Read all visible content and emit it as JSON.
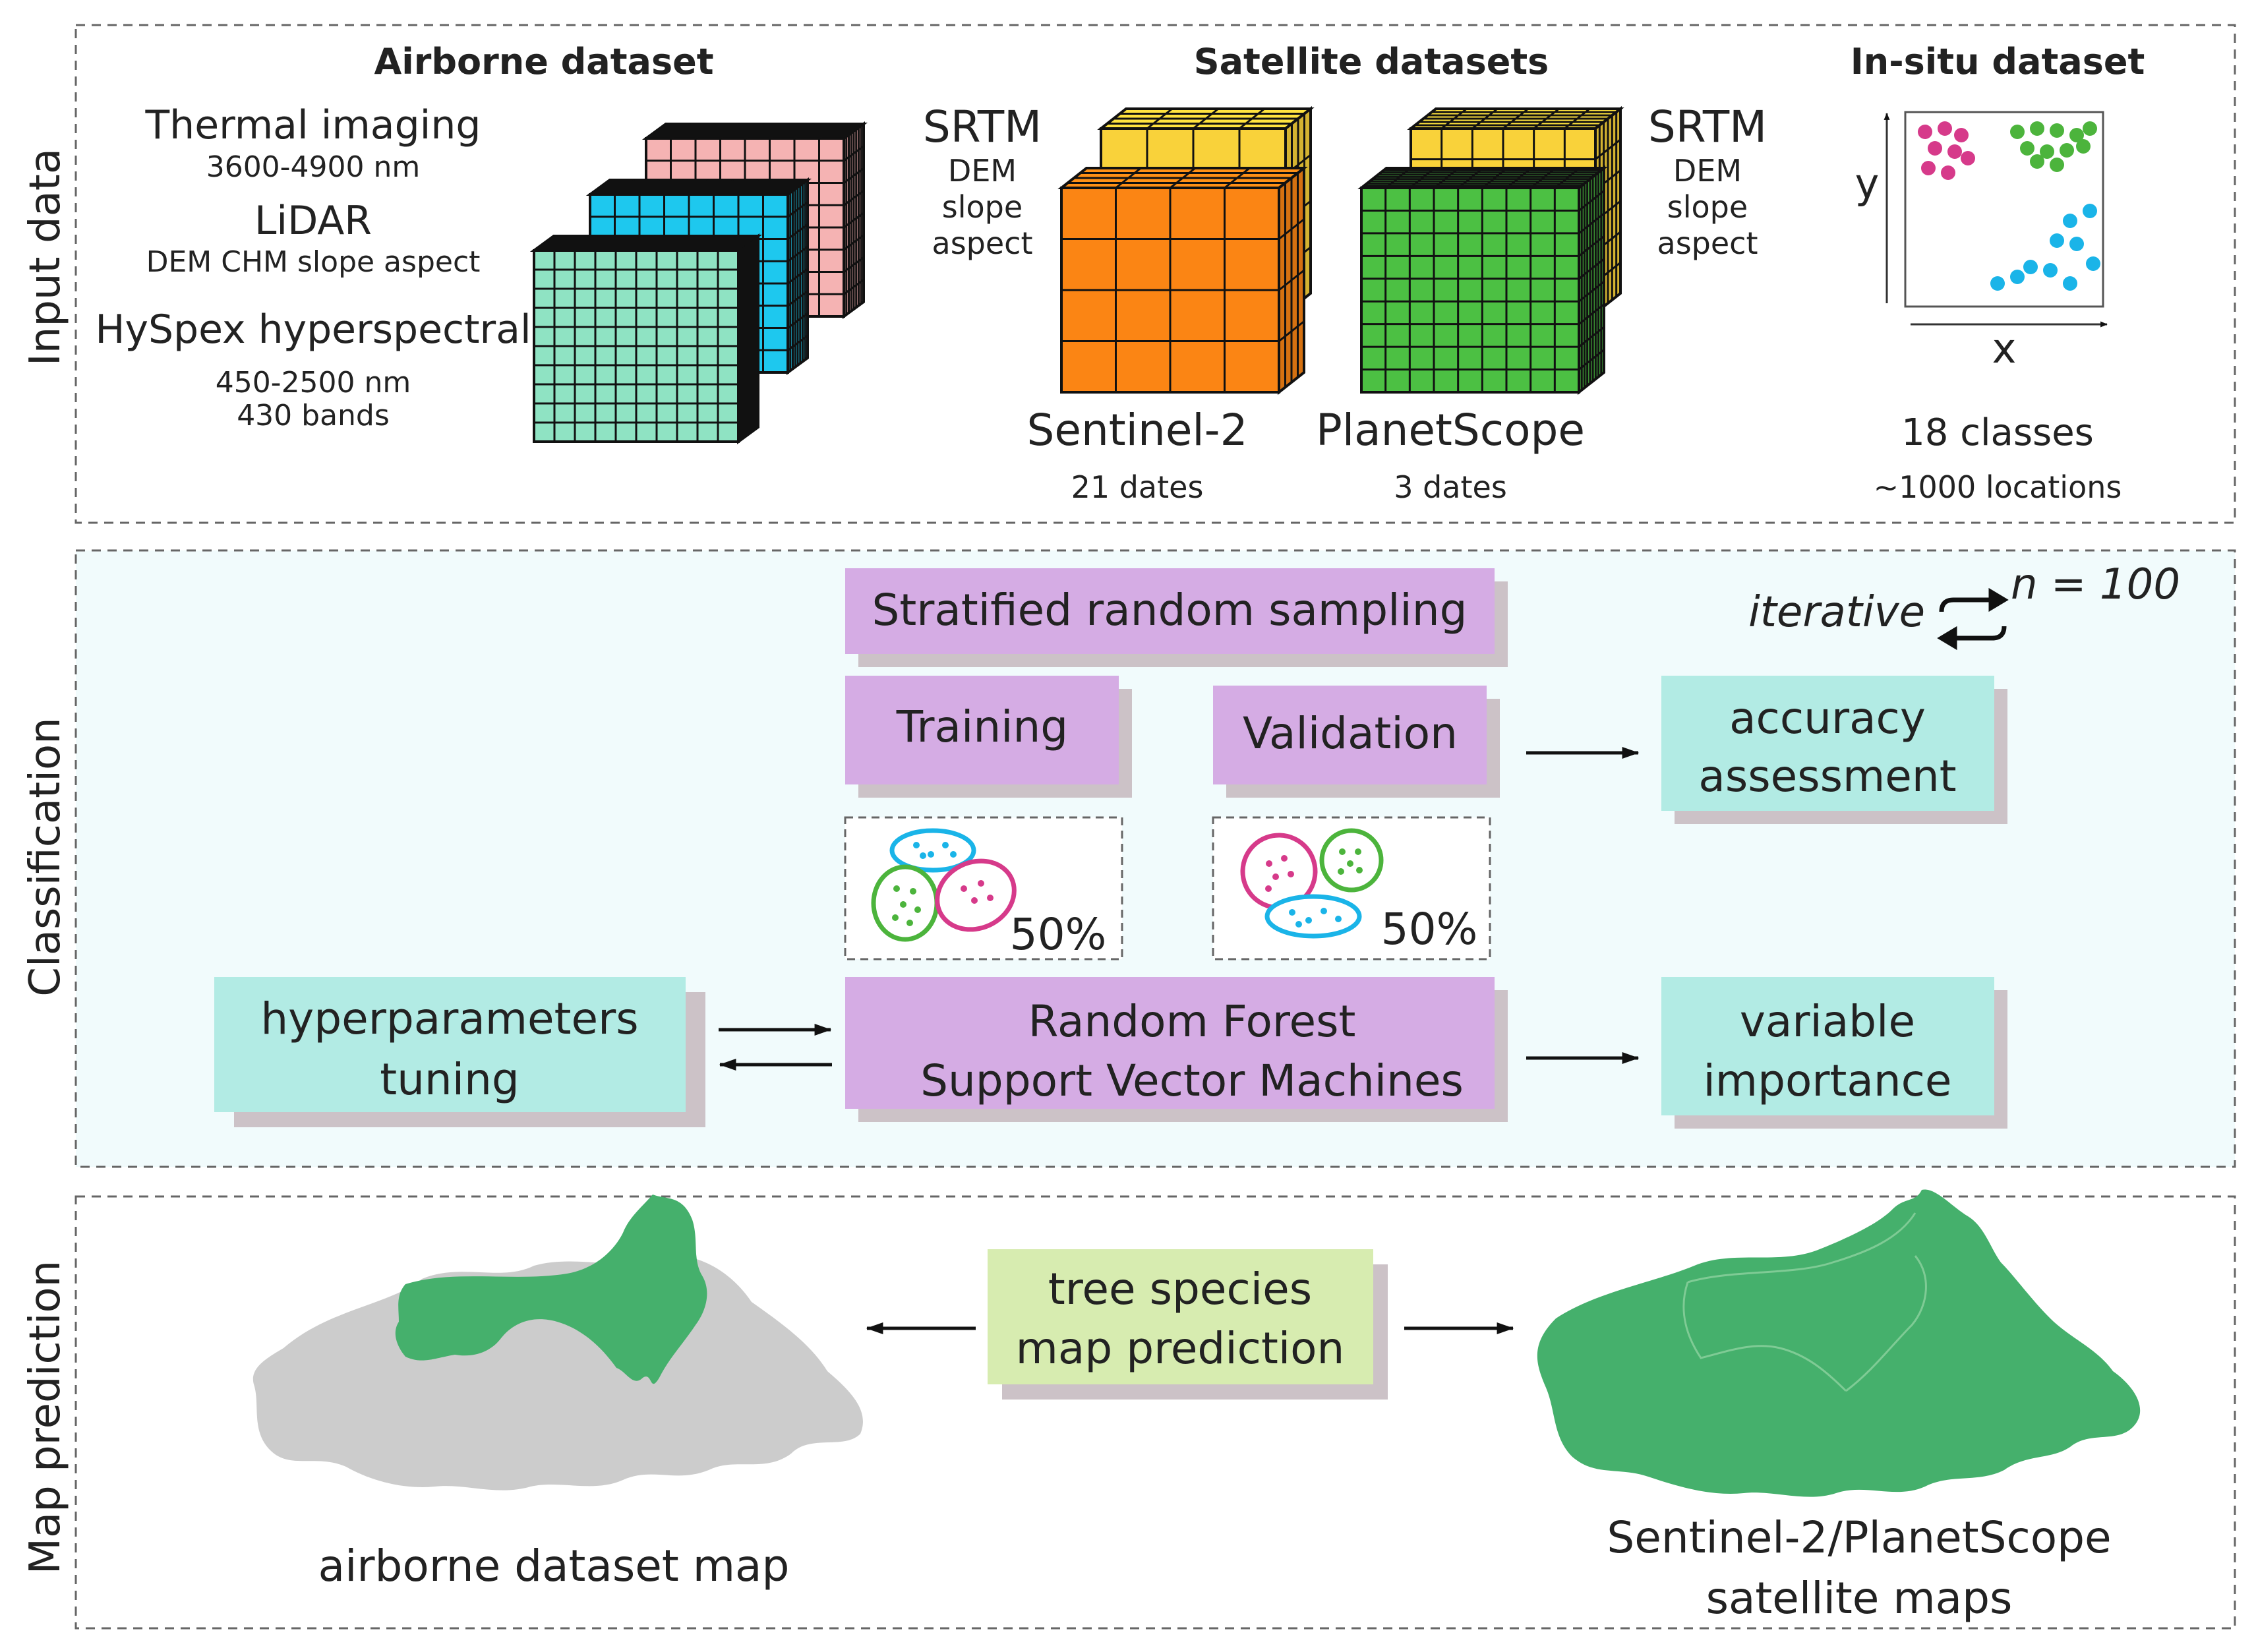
{
  "sections": {
    "input": "Input data",
    "classification": "Classification",
    "prediction": "Map prediction"
  },
  "airborne": {
    "title": "Airborne dataset",
    "thermal": "Thermal imaging",
    "thermal_range": "3600-4900 nm",
    "lidar": "LiDAR",
    "lidar_products": "DEM CHM slope aspect",
    "hyspex": "HySpex hyperspectral",
    "hyspex_range": "450-2500 nm",
    "hyspex_bands": "430 bands"
  },
  "satellite": {
    "title": "Satellite datasets",
    "srtm": "SRTM",
    "dem": "DEM",
    "slope": "slope",
    "aspect": "aspect",
    "sentinel": "Sentinel-2",
    "sentinel_dates": "21 dates",
    "planet": "PlanetScope",
    "planet_dates": "3 dates"
  },
  "insitu": {
    "title": "In-situ dataset",
    "y_axis": "y",
    "x_axis": "x",
    "classes": "18 classes",
    "locations": "~1000 locations"
  },
  "classification": {
    "sampling": "Stratified random sampling",
    "iterative": "iterative",
    "n_iter": "n = 100",
    "training": "Training",
    "validation": "Validation",
    "accuracy_1": "accuracy",
    "accuracy_2": "assessment",
    "train_pct": "50%",
    "valid_pct": "50%",
    "hyper_1": "hyperparameters",
    "hyper_2": "tuning",
    "model_1": "Random Forest",
    "model_2": "Support Vector Machines",
    "varimp_1": "variable",
    "varimp_2": "importance"
  },
  "prediction": {
    "center_1": "tree species",
    "center_2": "map prediction",
    "airborne_map": "airborne dataset map",
    "sat_map_1": "Sentinel-2/PlanetScope",
    "sat_map_2": "satellite maps"
  },
  "colors": {
    "pink": "#f5b3b3",
    "cyan": "#1ec8ee",
    "mint": "#8fe3c3",
    "yellow": "#f9d23a",
    "orange": "#fb8514",
    "green": "#4cc043",
    "purple": "#d5ace4",
    "teal": "#b2ebe4",
    "lime": "#d7ecb0",
    "map_green": "#45b06c",
    "map_gray": "#cccccc",
    "dot_magenta": "#d63a8a",
    "dot_green": "#4cb43c",
    "dot_blue": "#1ab4e8",
    "panel_bg": "#f1fbfc"
  }
}
